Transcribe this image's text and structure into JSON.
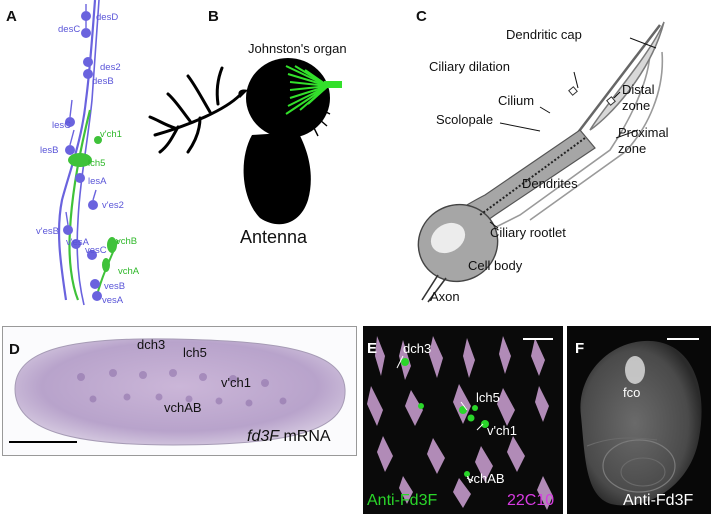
{
  "panels": {
    "a": {
      "label": "A",
      "blue_labels": [
        "desD",
        "desC",
        "des2",
        "desB",
        "lesC",
        "lesB",
        "lesA",
        "v'es2",
        "v'esB",
        "v'esA",
        "vesC",
        "vesB",
        "vesA"
      ],
      "green_labels": [
        "v'ch1",
        "lch5",
        "vchB",
        "vchA"
      ]
    },
    "b": {
      "label": "B",
      "title": "Johnston's organ",
      "caption": "Antenna"
    },
    "c": {
      "label": "C",
      "labels": {
        "dendritic_cap": "Dendritic cap",
        "ciliary_dilation": "Ciliary dilation",
        "distal_zone": "Distal\nzone",
        "cilium": "Cilium",
        "scolopale": "Scolopale",
        "proximal_zone": "Proximal\nzone",
        "dendrites": "Dendrites",
        "ciliary_rootlet": "Ciliary rootlet",
        "cell_body": "Cell body",
        "axon": "Axon"
      }
    },
    "d": {
      "label": "D",
      "labels": {
        "dch3": "dch3",
        "lch5": "lch5",
        "vch1": "v'ch1",
        "vchab": "vchAB"
      },
      "caption_italic": "fd3F",
      "caption_rest": " mRNA"
    },
    "e": {
      "label": "E",
      "labels": {
        "dch3": "dch3",
        "lch5": "lch5",
        "vch1": "v'ch1",
        "vchab": "vchAB"
      },
      "legend_green": "Anti-Fd3F",
      "legend_magenta": "22C10"
    },
    "f": {
      "label": "F",
      "fco": "fco",
      "caption": "Anti-Fd3F"
    }
  },
  "colors": {
    "blue": "#5a55d8",
    "green": "#2fb82a",
    "magenta": "#d63be0",
    "embryo_purple": "#b49ccf"
  }
}
